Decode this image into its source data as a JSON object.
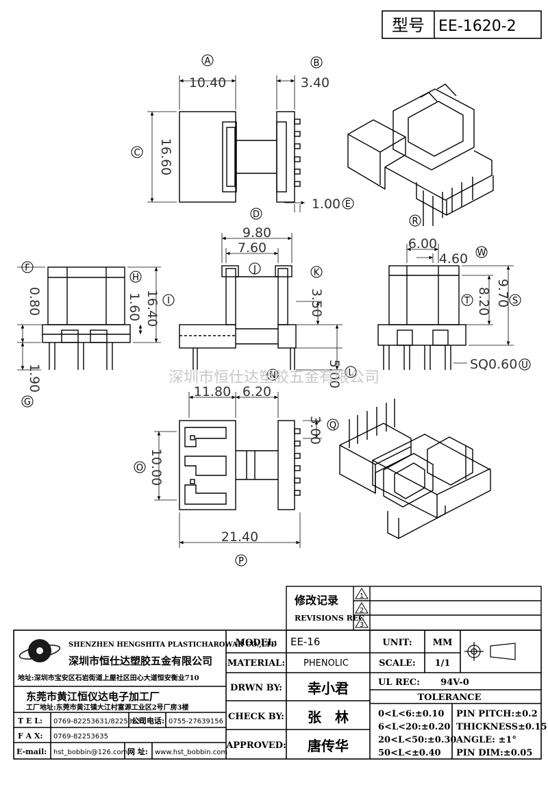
{
  "header": {
    "model_label": "型号",
    "model_value": "EE-1620-2"
  },
  "dimensions": {
    "A": "10.40",
    "B": "3.40",
    "C": "16.60",
    "E": "1.00",
    "D1": "9.80",
    "D2": "7.60",
    "F": "0.80",
    "H": "1.60",
    "I": "16.40",
    "K": "3.50",
    "L": "5.00",
    "G": "1.90",
    "W1": "6.00",
    "W2": "4.60",
    "S": "9.70",
    "T": "8.20",
    "U": "SQ0.60",
    "N1": "11.80",
    "N2": "6.20",
    "Q": "3.00",
    "O": "10.00",
    "P": "21.40"
  },
  "markers": [
    "A",
    "B",
    "C",
    "D",
    "E",
    "F",
    "G",
    "H",
    "I",
    "J",
    "K",
    "L",
    "N",
    "O",
    "P",
    "Q",
    "R",
    "S",
    "T",
    "U",
    "W"
  ],
  "watermark": "深圳市恒仕达塑胶五金有限公司",
  "revisions": {
    "title_cn": "修改记录",
    "title_en": "REVISIONS REC",
    "marks": [
      "1",
      "2",
      "3"
    ]
  },
  "company": {
    "name_en": "SHENZHEN HENGSHITA PLASTICHAROWAR CO.,LTD",
    "name_cn": "深圳市恒仕达塑胶五金有限公司",
    "address": "地址:深圳市宝安区石岩街道上屋社区田心大道恒安衡业710",
    "factory_cn": "东莞市黄江恒仪达电子加工厂",
    "factory_addr": "工厂地址:东莞市黄江镇大江村富源工业区2号厂房3楼",
    "tel_label": "T E L:",
    "tel": "0769-82253631/82253632",
    "phone_label": "公司电话:",
    "phone": "0755-27639156",
    "fax_label": "F A X:",
    "fax": "0769-82253635",
    "email_label": "E-mail:",
    "email": "hst_bobbin@126.com",
    "web_label": "网 址:",
    "web": "www.hst_bobbin.com"
  },
  "fields": {
    "model_label": "MODEL:",
    "model": "EE-16",
    "material_label": "MATERIAL:",
    "material": "PHENOLIC",
    "drawn_label": "DRWN BY:",
    "drawn": "幸小君",
    "check_label": "CHECK BY:",
    "check": "张　林",
    "approved_label": "APPROVED:",
    "approved": "唐传华",
    "unit_label": "UNIT:",
    "unit": "MM",
    "scale_label": "SCALE:",
    "scale": "1/1",
    "ulrec_label": "UL REC:",
    "ulrec": "94V-0",
    "tolerance_label": "TOLERANCE"
  },
  "tolerances": {
    "left": [
      "0<L<6:±0.10",
      "6<L<20:±0.20",
      "20<L<50:±0.30",
      "50<L<±0.40"
    ],
    "right": [
      "PIN PITCH:±0.2",
      "THICKNESS±0.15",
      "ANGLE: ±1°",
      "PIN DIM:±0.05"
    ]
  }
}
